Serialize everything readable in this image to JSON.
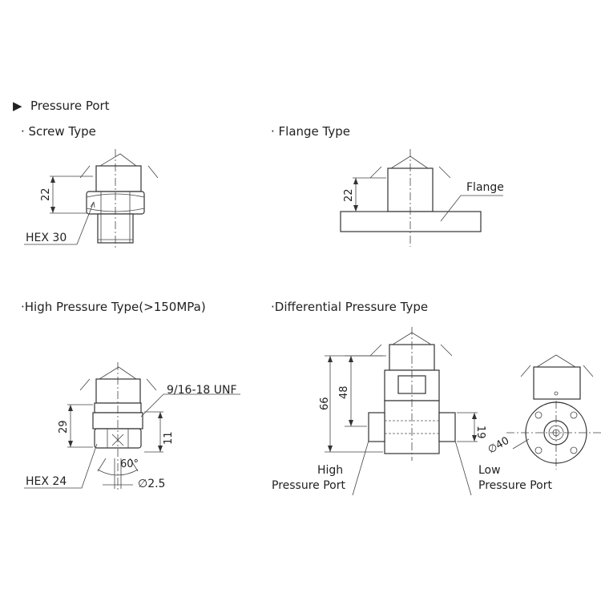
{
  "header": {
    "bullet": "▶",
    "title": "Pressure Port"
  },
  "sections": {
    "screw": {
      "title": "· Screw Type",
      "dim_height": "22",
      "hex_label": "HEX 30"
    },
    "flange": {
      "title": "· Flange Type",
      "dim_height": "22",
      "flange_label": "Flange"
    },
    "high": {
      "title": "·High Pressure Type(>150MPa)",
      "thread_label": "9/16-18 UNF",
      "dim_height": "29",
      "dim_side": "11",
      "angle": "60°",
      "hex_label": "HEX 24",
      "dia": "∅2.5"
    },
    "diff": {
      "title": "·Differential Pressure Type",
      "dim_total": "66",
      "dim_upper": "48",
      "dim_port": "19",
      "dia": "∅40",
      "high_port_line1": "High",
      "high_port_line2": "Pressure Port",
      "low_port_line1": "Low",
      "low_port_line2": "Pressure Port"
    }
  }
}
